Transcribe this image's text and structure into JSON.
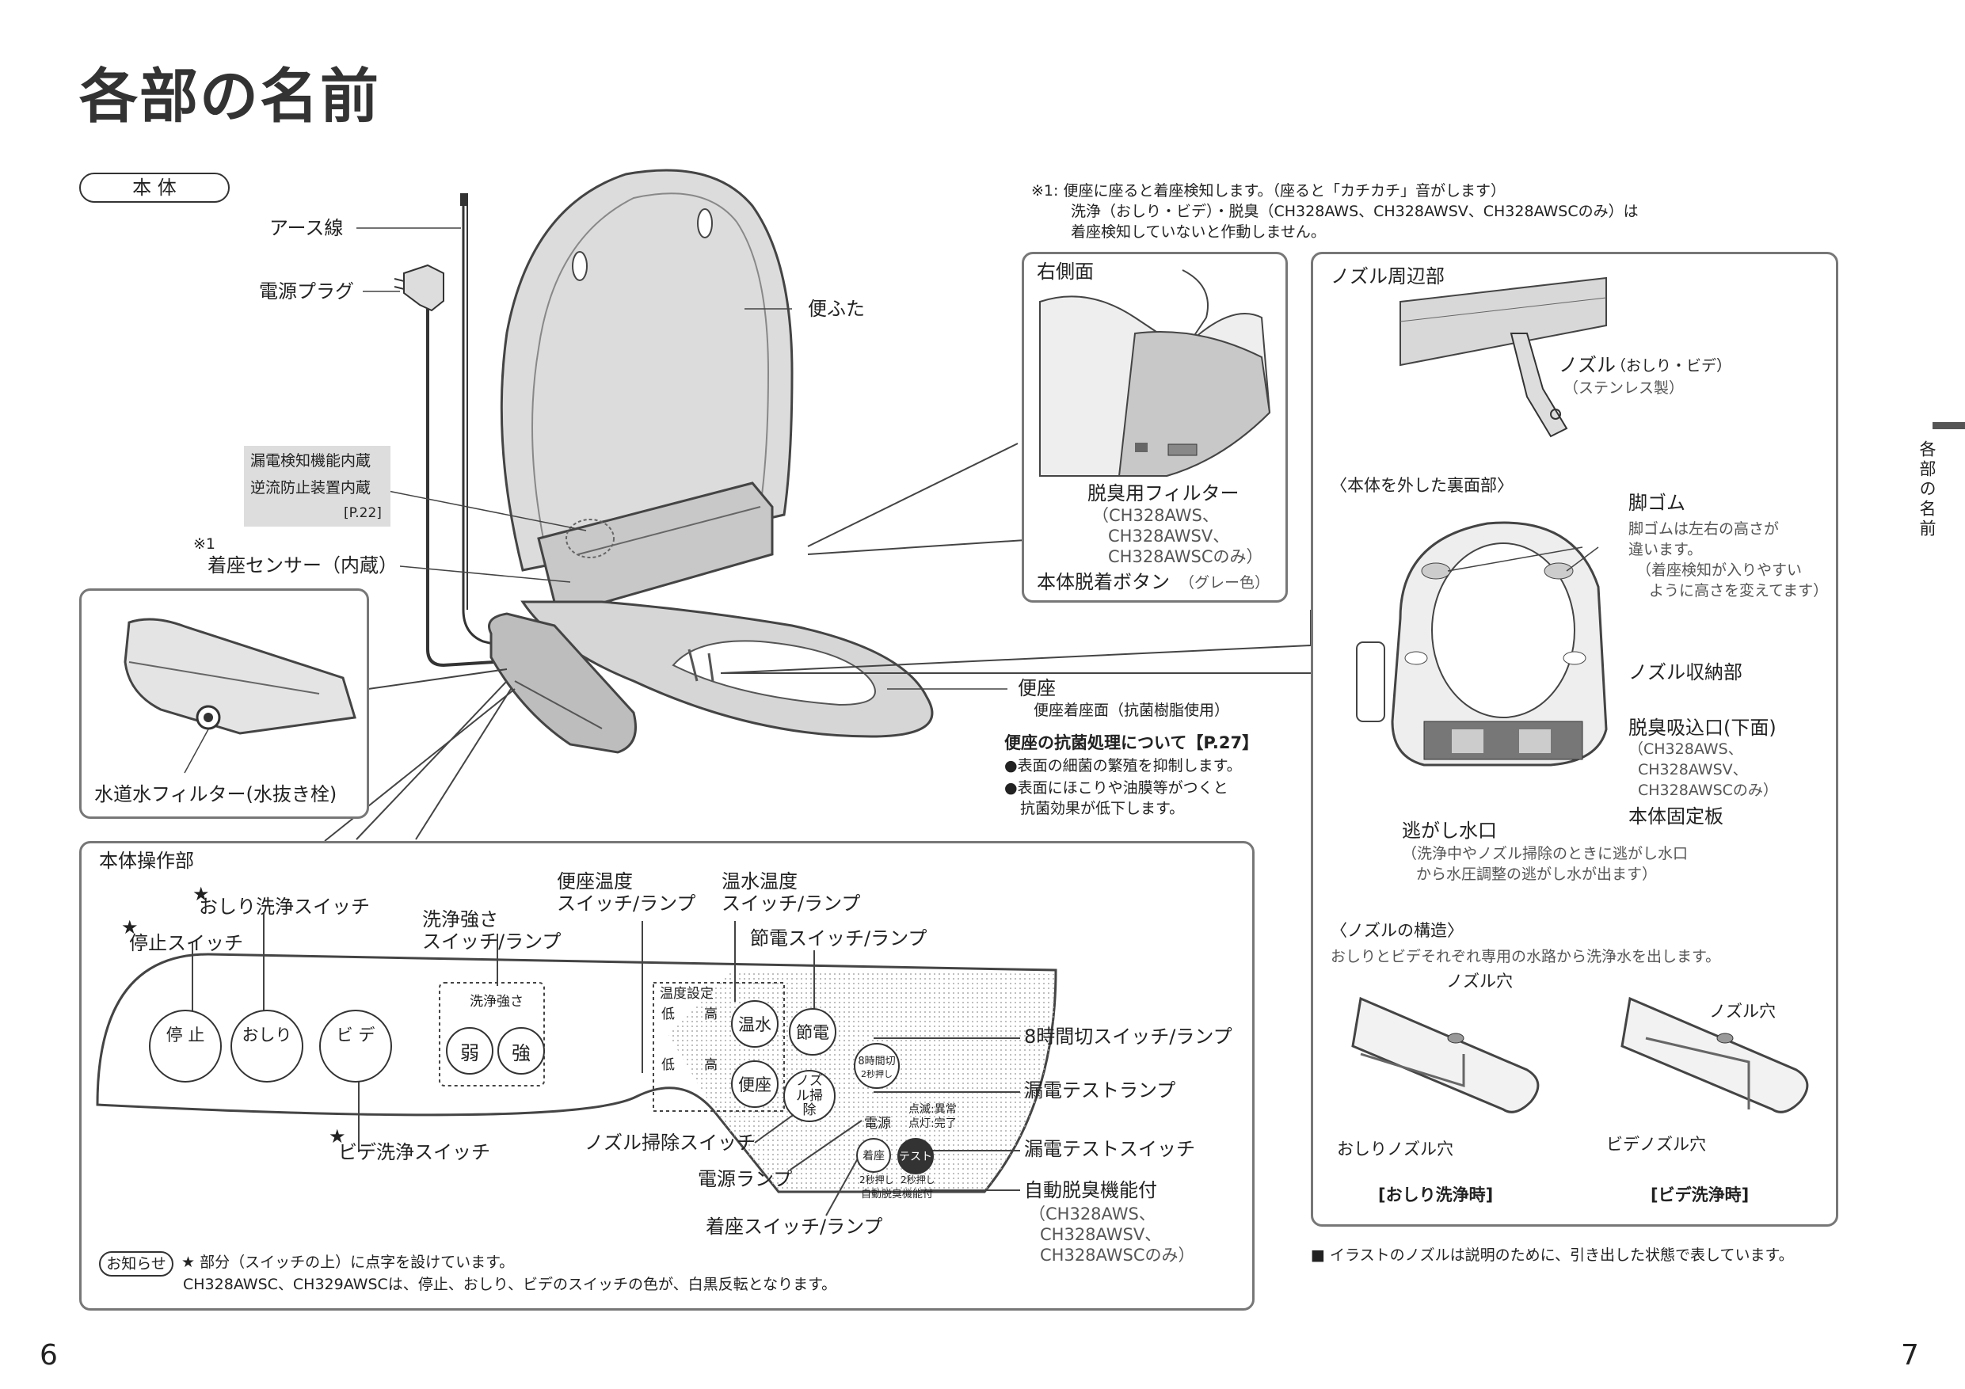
{
  "title": "各部の名前",
  "section_badge": "本 体",
  "side_tab": "各部の名前",
  "page_left": "6",
  "page_right": "7",
  "note1": {
    "line1": "※1: 便座に座ると着座検知します。（座ると「カチカチ」音がします）",
    "line2": "洗浄（おしり・ビデ）・脱臭（CH328AWS、CH328AWSV、CH328AWSCのみ）は",
    "line3": "着座検知していないと作動しません。"
  },
  "main_labels": {
    "earth": "アース線",
    "plug": "電源プラグ",
    "lid": "便ふた",
    "leak_box1": "漏電検知機能内蔵",
    "leak_box2": "逆流防止装置内蔵",
    "leak_box3": "[P.22]",
    "note_mark": "※1",
    "sensor": "着座センサー（内蔵）",
    "water_filter": "水道水フィルター(水抜き栓)",
    "seat": "便座",
    "seat_surface": "便座着座面（抗菌樹脂使用）",
    "antibac_title": "便座の抗菌処理について【P.27】",
    "antibac1": "●表面の細菌の繁殖を抑制します。",
    "antibac2": "●表面にほこりや油膜等がつくと",
    "antibac3": "抗菌効果が低下します。"
  },
  "right_side": {
    "title": "右側面",
    "filter": "脱臭用フィルター",
    "filter_m1": "（CH328AWS、",
    "filter_m2": "CH328AWSV、",
    "filter_m3": "CH328AWSCのみ）",
    "release": "本体脱着ボタン",
    "release_note": "（グレー色）"
  },
  "nozzle_area": {
    "title": "ノズル周辺部",
    "nozzle": "ノズル",
    "nozzle_sub": "（おしり・ビデ）",
    "nozzle_mat": "（ステンレス製）",
    "back_title": "〈本体を外した裏面部〉",
    "feet": "脚ゴム",
    "feet1": "脚ゴムは左右の高さが",
    "feet2": "違います。",
    "feet3": "（着座検知が入りやすい",
    "feet4": "ように高さを変えてます）",
    "storage": "ノズル収納部",
    "intake": "脱臭吸込口(下面)",
    "intake1": "（CH328AWS、",
    "intake2": "CH328AWSV、",
    "intake3": "CH328AWSCのみ）",
    "fix": "本体固定板",
    "drain": "逃がし水口",
    "drain1": "（洗浄中やノズル掃除のときに逃がし水口",
    "drain2": "から水圧調整の逃がし水が出ます）",
    "struct_title": "〈ノズルの構造〉",
    "struct_desc": "おしりとビデそれぞれ専用の水路から洗浄水を出します。",
    "hole": "ノズル穴",
    "oshiri_hole": "おしりノズル穴",
    "bidet_hole": "ビデノズル穴",
    "oshiri_caption": "[おしり洗浄時]",
    "bidet_caption": "[ビデ洗浄時]",
    "illust_note": "■ イラストのノズルは説明のために、引き出した状態で表しています。"
  },
  "panel": {
    "title": "本体操作部",
    "oshiri_sw": "おしり洗浄スイッチ",
    "stop_sw": "停止スイッチ",
    "strength_sw1": "洗浄強さ",
    "strength_sw2": "スイッチ/ランプ",
    "seat_temp1": "便座温度",
    "seat_temp2": "スイッチ/ランプ",
    "water_temp1": "温水温度",
    "water_temp2": "スイッチ/ランプ",
    "save_sw": "節電スイッチ/ランプ",
    "eight_sw": "8時間切スイッチ/ランプ",
    "leak_lamp": "漏電テストランプ",
    "leak_sw": "漏電テストスイッチ",
    "deodor": "自動脱臭機能付",
    "deodor1": "（CH328AWS、",
    "deodor2": "CH328AWSV、",
    "deodor3": "CH328AWSCのみ）",
    "nozzle_clean": "ノズル掃除スイッチ",
    "power_lamp": "電源ランプ",
    "seat_sw": "着座スイッチ/ランプ",
    "bidet_sw": "ビデ洗浄スイッチ",
    "star": "★",
    "btn_stop": "停 止",
    "btn_oshiri": "おしり",
    "btn_bidet": "ビ デ",
    "strength_label": "洗浄強さ",
    "btn_weak": "弱",
    "btn_strong": "強",
    "temp_setting": "温度設定",
    "low": "低",
    "high": "高",
    "btn_water": "温水",
    "btn_seat": "便座",
    "btn_save": "節電",
    "btn_nozzle": "ノズル掃除",
    "btn_eight": "8時間切",
    "btn_eight_sub": "2秒押し",
    "power_small": "電源",
    "blink": "点滅:異常",
    "lit": "点灯:完了",
    "btn_seat_small": "着座",
    "btn_test": "テスト",
    "two_sec": "2秒押し",
    "auto_deodor_small": "自動脱臭機能付",
    "notice_badge": "お知らせ",
    "notice1": "★ 部分（スイッチの上）に点字を設けています。",
    "notice2": "CH328AWSC、CH329AWSCは、停止、おしり、ビデのスイッチの色が、白黒反転となります。"
  }
}
